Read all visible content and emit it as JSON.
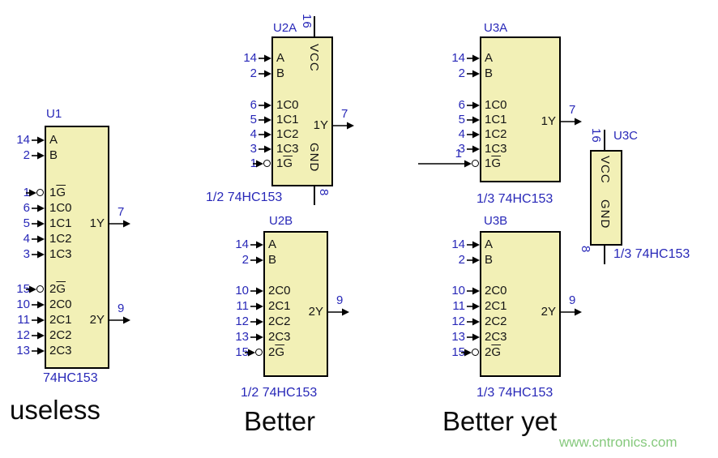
{
  "colors": {
    "chip_fill": "#f2f0b6",
    "chip_border": "#000000",
    "schematic_blue": "#2828b8",
    "label_black": "#141414",
    "watermark_green": "#86c97d"
  },
  "section_labels": [
    {
      "label": "useless"
    },
    {
      "label": "Better"
    },
    {
      "label": "Better yet"
    }
  ],
  "watermark": "www.cntronics.com",
  "chips": [
    {
      "id": "U1",
      "part": "74HC153",
      "left_pins": [
        {
          "num": "14",
          "label": "A"
        },
        {
          "num": "2",
          "label": "B"
        },
        {
          "num": "1",
          "label": "1G",
          "overline": true,
          "bubble": true
        },
        {
          "num": "6",
          "label": "1C0"
        },
        {
          "num": "5",
          "label": "1C1"
        },
        {
          "num": "4",
          "label": "1C2"
        },
        {
          "num": "3",
          "label": "1C3"
        },
        {
          "num": "15",
          "label": "2G",
          "overline": true,
          "bubble": true
        },
        {
          "num": "10",
          "label": "2C0"
        },
        {
          "num": "11",
          "label": "2C1"
        },
        {
          "num": "12",
          "label": "2C2"
        },
        {
          "num": "13",
          "label": "2C3"
        }
      ],
      "right_pins": [
        {
          "num": "7",
          "label": "1Y"
        },
        {
          "num": "9",
          "label": "2Y"
        }
      ]
    },
    {
      "id": "U2A",
      "part": "1/2 74HC153",
      "top_pin": {
        "num": "16",
        "label": "VCC"
      },
      "bottom_pin": {
        "num": "8",
        "label": "GND"
      },
      "left_pins": [
        {
          "num": "14",
          "label": "A"
        },
        {
          "num": "2",
          "label": "B"
        },
        {
          "num": "6",
          "label": "1C0"
        },
        {
          "num": "5",
          "label": "1C1"
        },
        {
          "num": "4",
          "label": "1C2"
        },
        {
          "num": "3",
          "label": "1C3"
        },
        {
          "num": "1",
          "label": "1G",
          "overline": true,
          "bubble": true
        }
      ],
      "right_pins": [
        {
          "num": "7",
          "label": "1Y"
        }
      ]
    },
    {
      "id": "U2B",
      "part": "1/2 74HC153",
      "left_pins": [
        {
          "num": "14",
          "label": "A"
        },
        {
          "num": "2",
          "label": "B"
        },
        {
          "num": "10",
          "label": "2C0"
        },
        {
          "num": "11",
          "label": "2C1"
        },
        {
          "num": "12",
          "label": "2C2"
        },
        {
          "num": "13",
          "label": "2C3"
        },
        {
          "num": "15",
          "label": "2G",
          "overline": true,
          "bubble": true
        }
      ],
      "right_pins": [
        {
          "num": "9",
          "label": "2Y"
        }
      ]
    },
    {
      "id": "U3A",
      "part": "1/3 74HC153",
      "left_pins": [
        {
          "num": "14",
          "label": "A"
        },
        {
          "num": "2",
          "label": "B"
        },
        {
          "num": "6",
          "label": "1C0"
        },
        {
          "num": "5",
          "label": "1C1"
        },
        {
          "num": "4",
          "label": "1C2"
        },
        {
          "num": "3",
          "label": "1C3"
        },
        {
          "num": "1",
          "label": "1G",
          "overline": true,
          "bubble": true,
          "long_line": true
        }
      ],
      "right_pins": [
        {
          "num": "7",
          "label": "1Y"
        }
      ]
    },
    {
      "id": "U3B",
      "part": "1/3 74HC153",
      "left_pins": [
        {
          "num": "14",
          "label": "A"
        },
        {
          "num": "2",
          "label": "B"
        },
        {
          "num": "10",
          "label": "2C0"
        },
        {
          "num": "11",
          "label": "2C1"
        },
        {
          "num": "12",
          "label": "2C2"
        },
        {
          "num": "13",
          "label": "2C3"
        },
        {
          "num": "15",
          "label": "2G",
          "overline": true,
          "bubble": true
        }
      ],
      "right_pins": [
        {
          "num": "9",
          "label": "2Y"
        }
      ]
    },
    {
      "id": "U3C",
      "part": "1/3 74HC153",
      "top_pin": {
        "num": "16",
        "label": "VCC"
      },
      "bottom_pin": {
        "num": "8",
        "label": "GND"
      }
    }
  ]
}
